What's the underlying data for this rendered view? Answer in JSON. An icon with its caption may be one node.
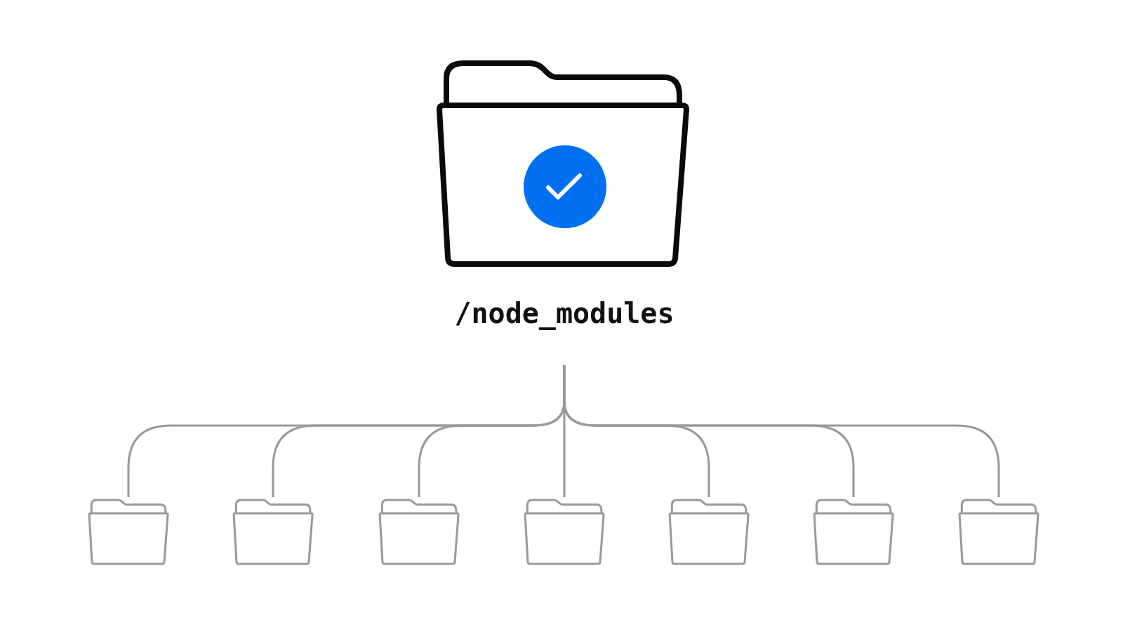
{
  "diagram": {
    "nodes": [
      {
        "text": [
          "/node_modules"
        ]
      },
      {
        "text": [],
        "shape": "folder"
      },
      {
        "text": [],
        "shape": "folder"
      },
      {
        "text": [],
        "shape": "folder"
      },
      {
        "text": [],
        "shape": "folder"
      },
      {
        "text": [],
        "shape": "folder"
      },
      {
        "text": [],
        "shape": "folder"
      },
      {
        "text": [],
        "shape": "folder"
      }
    ],
    "edges": [
      {
        "from": 0,
        "to": 1,
        "arrow": "none"
      },
      {
        "from": 0,
        "to": 2,
        "arrow": "none"
      },
      {
        "from": 0,
        "to": 3,
        "arrow": "none"
      },
      {
        "from": 0,
        "to": 4,
        "arrow": "none"
      },
      {
        "from": 0,
        "to": 5,
        "arrow": "none"
      },
      {
        "from": 0,
        "to": 6,
        "arrow": "none"
      },
      {
        "from": 0,
        "to": 7,
        "arrow": "none"
      }
    ]
  }
}
